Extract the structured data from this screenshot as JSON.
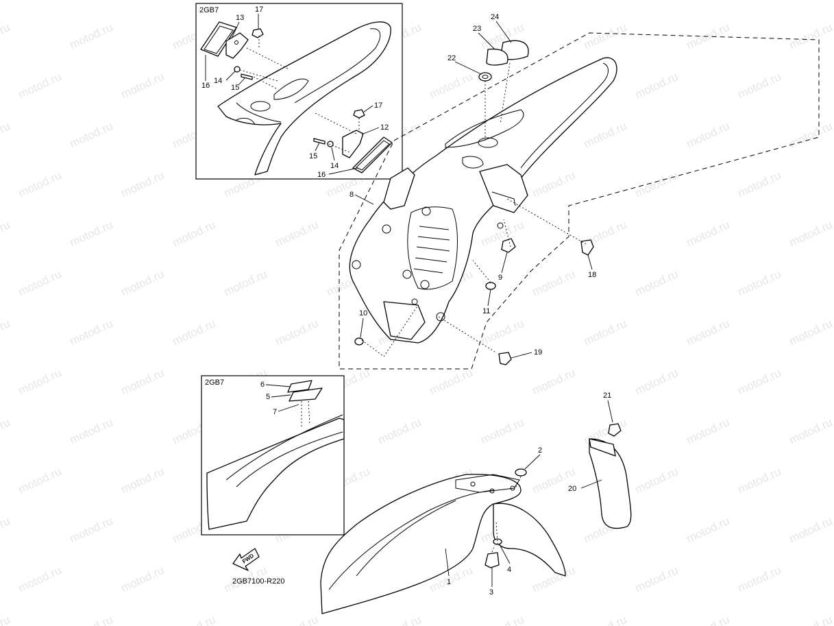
{
  "watermark": {
    "text": "motod.ru",
    "color": "#c8cdd3"
  },
  "diagram": {
    "ref_code": "2GB7100-R220",
    "fwd_label": "FWD",
    "inset_top": {
      "label": "2GB7"
    },
    "inset_bottom": {
      "label": "2GB7"
    }
  },
  "callouts": [
    {
      "id": "c1",
      "text": "1"
    },
    {
      "id": "c2",
      "text": "2"
    },
    {
      "id": "c3",
      "text": "3"
    },
    {
      "id": "c4",
      "text": "4"
    },
    {
      "id": "c5",
      "text": "5"
    },
    {
      "id": "c6",
      "text": "6"
    },
    {
      "id": "c7",
      "text": "7"
    },
    {
      "id": "c8",
      "text": "8"
    },
    {
      "id": "c9",
      "text": "9"
    },
    {
      "id": "c10",
      "text": "10"
    },
    {
      "id": "c11",
      "text": "11"
    },
    {
      "id": "c12",
      "text": "12"
    },
    {
      "id": "c13",
      "text": "13"
    },
    {
      "id": "c14a",
      "text": "14"
    },
    {
      "id": "c14b",
      "text": "14"
    },
    {
      "id": "c15a",
      "text": "15"
    },
    {
      "id": "c15b",
      "text": "15"
    },
    {
      "id": "c16a",
      "text": "16"
    },
    {
      "id": "c16b",
      "text": "16"
    },
    {
      "id": "c17a",
      "text": "17"
    },
    {
      "id": "c17b",
      "text": "17"
    },
    {
      "id": "c18",
      "text": "18"
    },
    {
      "id": "c19",
      "text": "19"
    },
    {
      "id": "c20",
      "text": "20"
    },
    {
      "id": "c21",
      "text": "21"
    },
    {
      "id": "c22",
      "text": "22"
    },
    {
      "id": "c23",
      "text": "23"
    },
    {
      "id": "c24",
      "text": "24"
    }
  ]
}
